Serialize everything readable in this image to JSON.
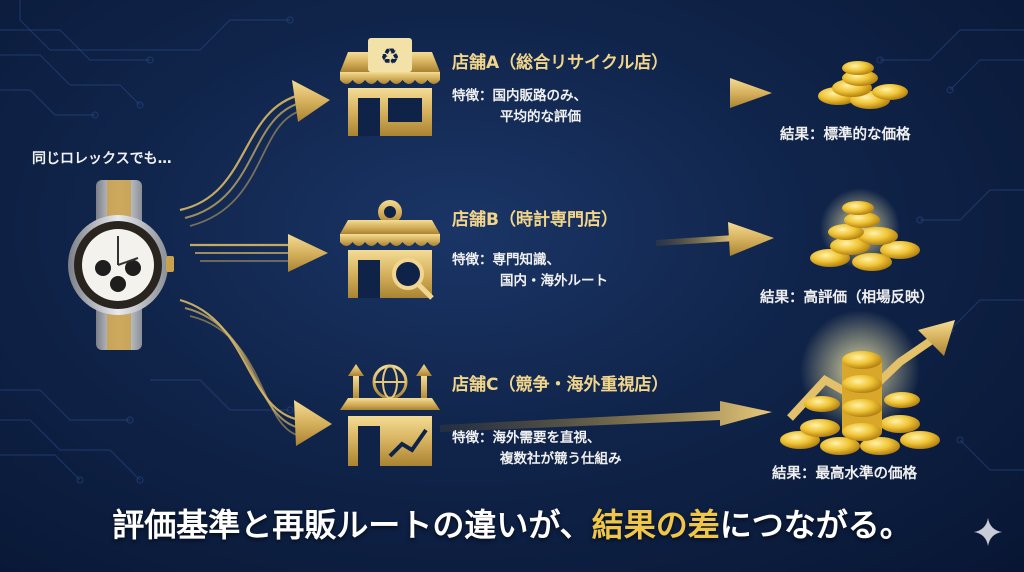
{
  "intro": "同じロレックスでも…",
  "stores": [
    {
      "title": "店舗A（総合リサイクル店）",
      "feature_1": "特徴：国内販路のみ、",
      "feature_2": "平均的な評価",
      "result": "結果：標準的な価格",
      "icon": "recycle-shop-icon"
    },
    {
      "title": "店舗B（時計専門店）",
      "feature_1": "特徴：専門知識、",
      "feature_2": "国内・海外ルート",
      "result": "結果：高評価（相場反映）",
      "icon": "watch-specialist-shop-icon"
    },
    {
      "title": "店舗C（競争・海外重視店）",
      "feature_1": "特徴：海外需要を直視、",
      "feature_2": "複数社が競う仕組み",
      "result": "結果：最高水準の価格",
      "icon": "global-shop-icon"
    }
  ],
  "bottom": {
    "part1": "評価基準",
    "part2": "と",
    "part3": "再販ルート",
    "part4": "の違いが、",
    "part5": "結果の差",
    "part6": "につながる。"
  },
  "colors": {
    "gold": "#d4af5a",
    "navy": "#0f2248",
    "title_gold": "#f1d58a",
    "bottom_gold": "#f0c64a"
  }
}
